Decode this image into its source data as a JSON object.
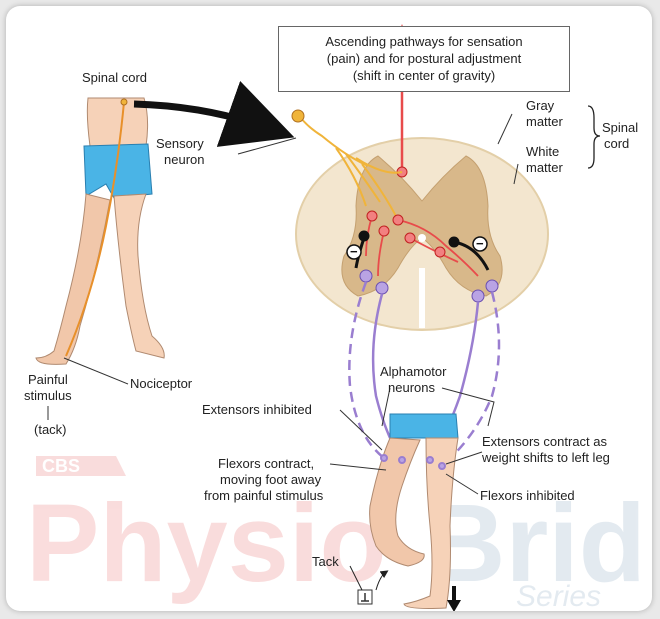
{
  "title_box": {
    "line1": "Ascending pathways for sensation",
    "line2": "(pain) and for postural adjustment",
    "line3": "(shift in center of gravity)"
  },
  "labels": {
    "spinal_cord_leg": "Spinal cord",
    "sensory_neuron_1": "Sensory",
    "sensory_neuron_2": "neuron",
    "gray_matter_1": "Gray",
    "gray_matter_2": "matter",
    "white_matter_1": "White",
    "white_matter_2": "matter",
    "spinal_cord_bracket_1": "Spinal",
    "spinal_cord_bracket_2": "cord",
    "painful_1": "Painful",
    "painful_2": "stimulus",
    "painful_3": "(tack)",
    "nociceptor": "Nociceptor",
    "alphamotor_1": "Alphamotor",
    "alphamotor_2": "neurons",
    "extensors_inhibited": "Extensors inhibited",
    "flexors_contract_1": "Flexors contract,",
    "flexors_contract_2": "moving foot away",
    "flexors_contract_3": "from painful stimulus",
    "extensors_contract_1": "Extensors contract as",
    "extensors_contract_2": "weight shifts to left leg",
    "flexors_inhibited": "Flexors inhibited",
    "tack": "Tack",
    "minus_sign": "−"
  },
  "watermark": {
    "brand_small": "CBS",
    "brand_part1": "Physio",
    "brand_part2": "Brid",
    "brand_part3": "Series"
  },
  "colors": {
    "skin": "#f6d2b8",
    "shorts": "#4ab4e6",
    "sensory": "#f0b43a",
    "interneuron": "#e84b4b",
    "motor": "#9a7ed0",
    "gray_matter": "#d8b88a",
    "white_matter": "#f3e6cf"
  }
}
